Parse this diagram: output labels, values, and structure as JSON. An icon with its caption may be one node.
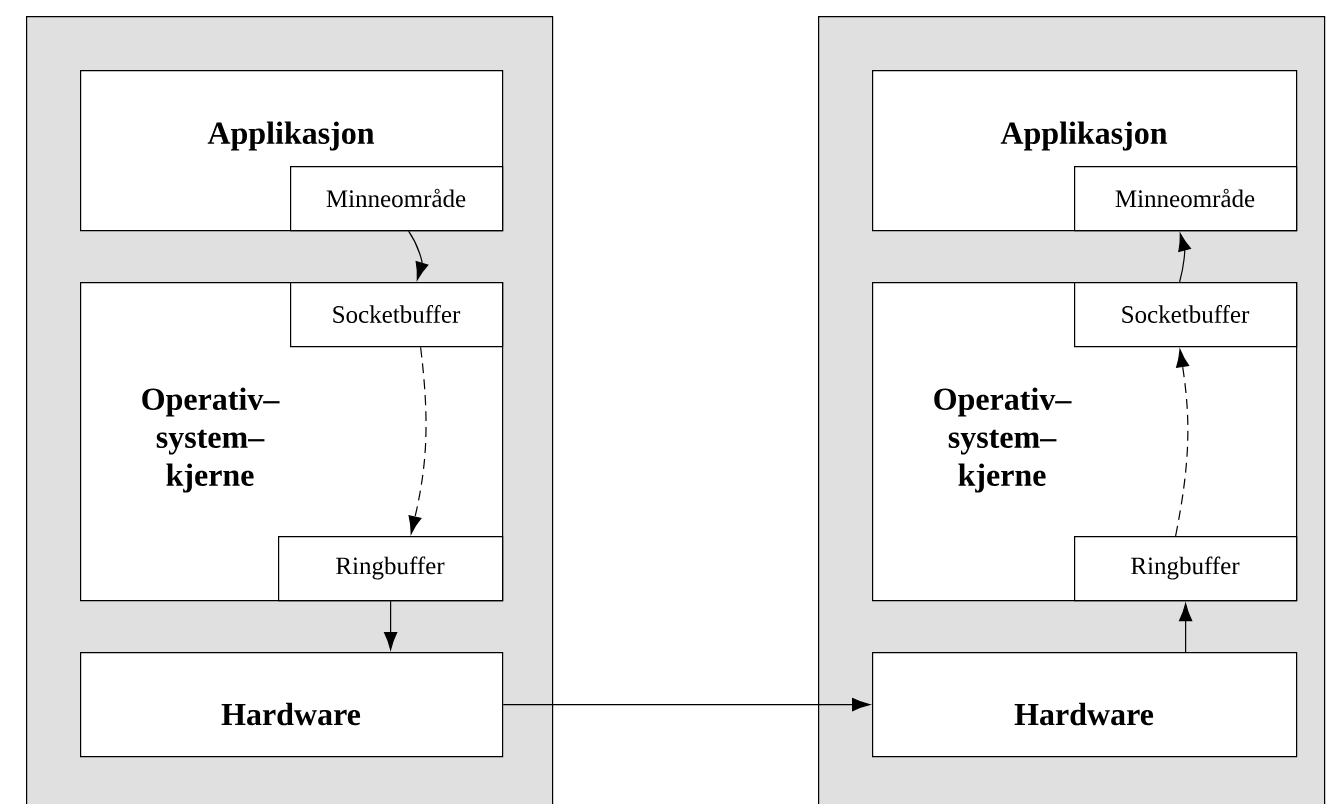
{
  "diagram": {
    "nodes": [
      {
        "text": [],
        "shape": "box"
      },
      {
        "text": [
          "Applikasjon"
        ],
        "in": 0
      },
      {
        "text": [
          "Minneområde"
        ],
        "in": 1
      },
      {
        "text": [
          "Operativ– system– kjerne"
        ],
        "in": 0
      },
      {
        "text": [
          "Socketbuffer"
        ],
        "in": 3
      },
      {
        "text": [
          "Ringbuffer"
        ],
        "in": 3
      },
      {
        "text": [
          "Hardware"
        ],
        "in": 0
      },
      {
        "text": [],
        "shape": "box"
      },
      {
        "text": [
          "Applikasjon"
        ],
        "in": 7
      },
      {
        "text": [
          "Minneområde"
        ],
        "in": 8
      },
      {
        "text": [
          "Operativ– system– kjerne"
        ],
        "in": 7
      },
      {
        "text": [
          "Socketbuffer"
        ],
        "in": 10
      },
      {
        "text": [
          "Ringbuffer"
        ],
        "in": 10
      },
      {
        "text": [
          "Hardware"
        ],
        "in": 7
      }
    ],
    "edges": [
      {
        "from": 2,
        "to": 4,
        "arrow": "to"
      },
      {
        "from": 4,
        "to": 5,
        "arrow": "to",
        "style": "dashed"
      },
      {
        "from": 5,
        "to": 6,
        "arrow": "to"
      },
      {
        "from": 6,
        "to": 13,
        "arrow": "to"
      },
      {
        "from": 13,
        "to": 12,
        "arrow": "to"
      },
      {
        "from": 12,
        "to": 11,
        "arrow": "to",
        "style": "dashed"
      },
      {
        "from": 11,
        "to": 9,
        "arrow": "to"
      }
    ]
  }
}
